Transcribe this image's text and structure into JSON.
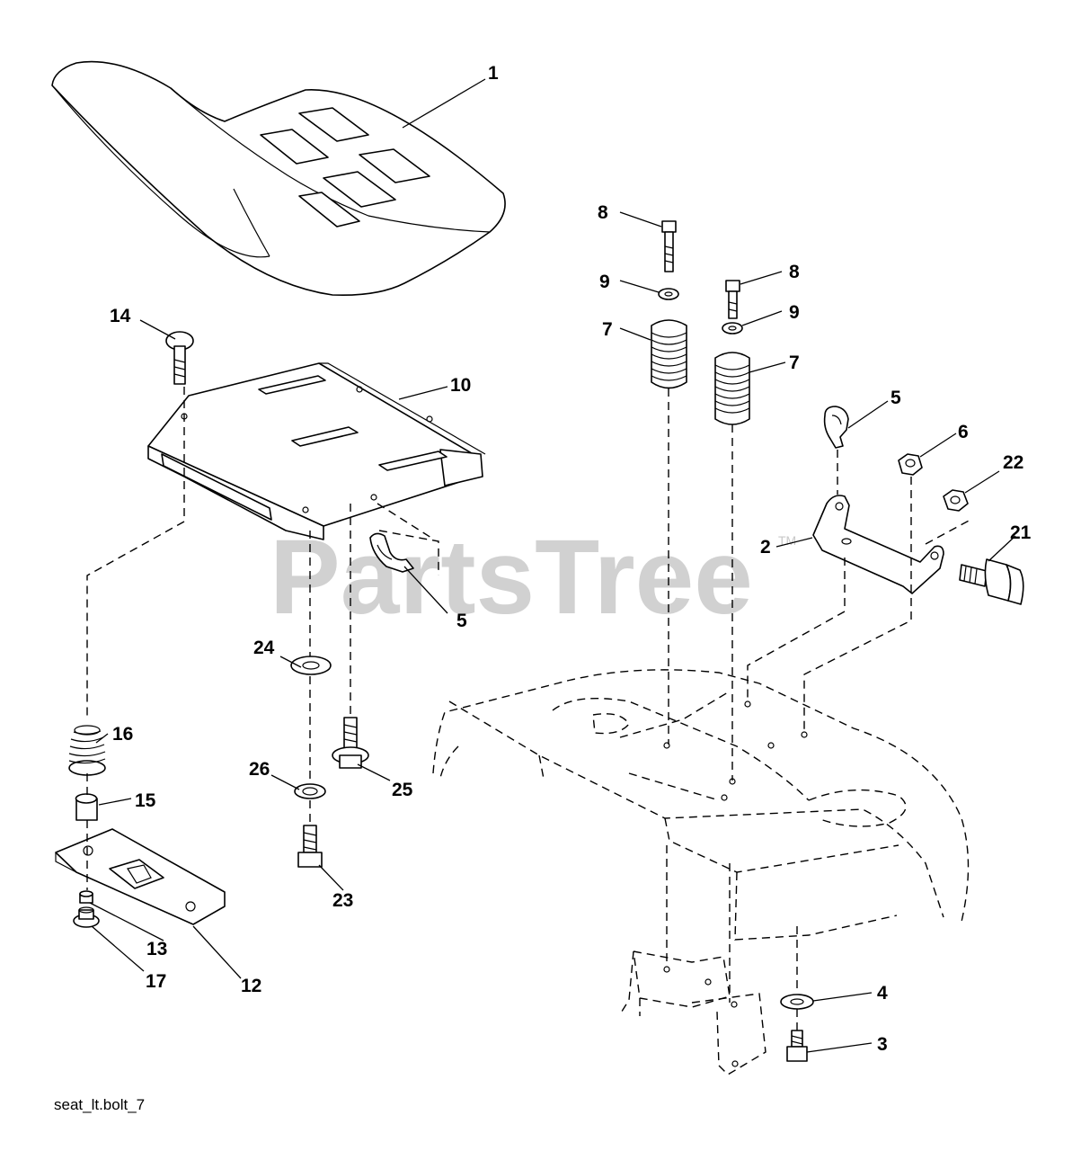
{
  "watermark": {
    "text": "PartsTree",
    "trademark": "TM"
  },
  "drawing_ref": "seat_lt.bolt_7",
  "callouts": {
    "c1": "1",
    "c2": "2",
    "c3": "3",
    "c4": "4",
    "c5a": "5",
    "c5b": "5",
    "c6": "6",
    "c7a": "7",
    "c7b": "7",
    "c8a": "8",
    "c8b": "8",
    "c9a": "9",
    "c9b": "9",
    "c10": "10",
    "c12": "12",
    "c13": "13",
    "c14": "14",
    "c15": "15",
    "c16": "16",
    "c17": "17",
    "c21": "21",
    "c22": "22",
    "c23": "23",
    "c24": "24",
    "c25": "25",
    "c26": "26"
  }
}
